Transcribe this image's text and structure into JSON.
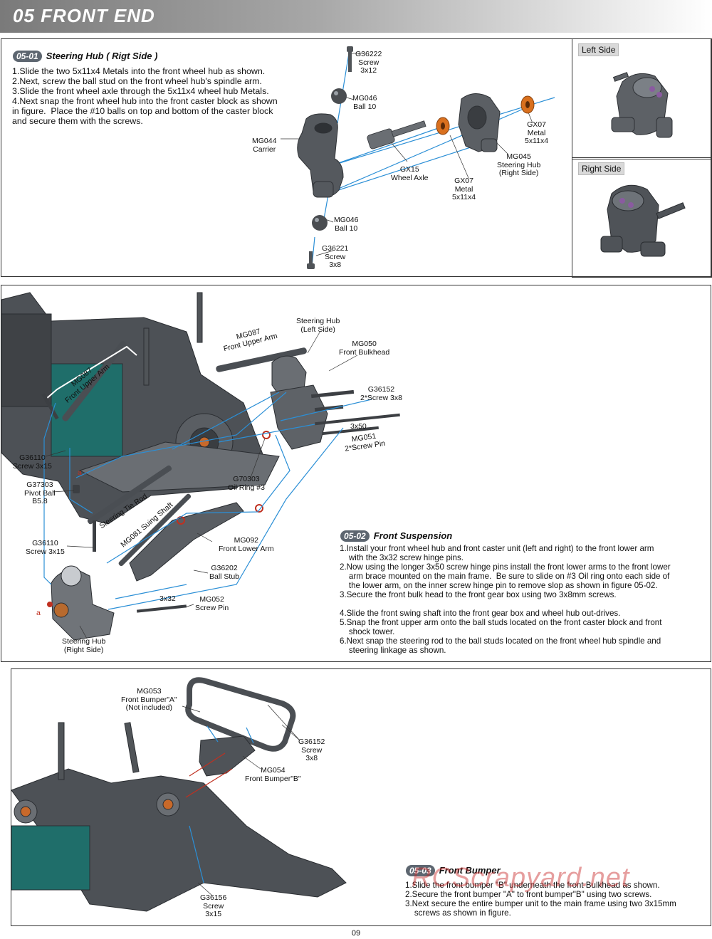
{
  "header": {
    "title": "05  FRONT END"
  },
  "s1": {
    "num": "05-01",
    "title": "Steering Hub ( Rigt Side )",
    "steps": [
      "1.Slide the two 5x11x4 Metals into the front wheel hub as shown.",
      "2.Next, screw the ball stud on the front wheel hub's spindle arm.",
      "3.Slide the front wheel axle through the 5x11x4 wheel hub Metals.",
      "4.Next snap the front wheel hub into the front caster block as shown",
      "in figure.  Place the #10 balls on top and bottom of the caster block",
      "and secure them with the screws."
    ],
    "labels": {
      "g36222": [
        "G36222",
        "Screw",
        "3x12"
      ],
      "mg046a": [
        "MG046",
        "Ball 10"
      ],
      "mg044": [
        "MG044",
        "Carrier"
      ],
      "gx15": [
        "GX15",
        "Wheel Axle"
      ],
      "gx07a": [
        "GX07",
        "Metal",
        "5x11x4"
      ],
      "gx07b": [
        "GX07",
        "Metal",
        "5x11x4"
      ],
      "mg045": [
        "MG045",
        "Steering Hub",
        "(Right Side)"
      ],
      "mg046b": [
        "MG046",
        "Ball 10"
      ],
      "g36221": [
        "G36221",
        "Screw",
        "3x8"
      ]
    },
    "left_side": "Left Side",
    "right_side": "Right Side"
  },
  "s2": {
    "num": "05-02",
    "title": "Front Suspension",
    "steps": [
      "1.Install your front wheel hub and front caster unit (left and right) to the front lower arm",
      "    with the 3x32 screw hinge pins.",
      "2.Now using the longer 3x50 screw hinge pins install the front lower arms to the front lower",
      "    arm brace mounted on the main frame.  Be sure to slide on #3 Oil ring onto each side of",
      "    the lower arm, on the inner screw hinge pin to remove slop as shown in figure 05-02.",
      "3.Secure the front bulk head to the front gear box using two 3x8mm screws.",
      "",
      "4.Slide the front swing shaft into the front gear box and wheel hub out-drives.",
      "5.Snap the front upper arm onto the ball studs located on the front caster block and front",
      "    shock tower.",
      "6.Next snap the steering rod to the ball studs located on the front wheel hub spindle and",
      "    steering linkage as shown."
    ],
    "labels": {
      "hub_left": [
        "Steering Hub",
        "(Left Side)"
      ],
      "mg050": [
        "MG050",
        "Front Bulkhead"
      ],
      "mg087_top": [
        "MG087",
        "Front Upper Arm"
      ],
      "mg087_left": [
        "MG087",
        "Front Upper Arm"
      ],
      "g36152": [
        "G36152",
        "2*Screw 3x8"
      ],
      "x350": [
        "3x50"
      ],
      "mg051": [
        "MG051",
        "2*Screw Pin"
      ],
      "g36110a": [
        "G36110",
        "Screw 3x15"
      ],
      "g37303": [
        "G37303",
        "Pivot Ball",
        "B5.8"
      ],
      "g70303": [
        "G70303",
        "Oil Ring #3"
      ],
      "tierod": [
        "Steering Tie Rod"
      ],
      "swing": [
        "MG081 Suing Shaft"
      ],
      "mg092": [
        "MG092",
        "Front Lower Arm"
      ],
      "g36202": [
        "G36202",
        "Ball Stub"
      ],
      "g36110b": [
        "G36110",
        "Screw 3x15"
      ],
      "x332": [
        "3x32"
      ],
      "mg052": [
        "MG052",
        "Screw Pin"
      ],
      "hub_right": [
        "Steering Hub",
        "(Right Side)"
      ],
      "a1": [
        "a"
      ],
      "a2": [
        "a"
      ]
    }
  },
  "s3": {
    "num": "05-03",
    "title": "Front Bumper",
    "steps": [
      "1.Slide the front bumper \"B\" underneath the front Bulkhead as shown.",
      "2.Secure the front bumper \"A\" to front bumper\"B\" using two screws.",
      "3.Next secure the entire bumper unit to the main frame using two 3x15mm",
      "    screws as shown in figure."
    ],
    "labels": {
      "mg053": [
        "MG053",
        "Front Bumper\"A\"",
        "(Not included)"
      ],
      "g36152": [
        "G36152",
        "Screw",
        "3x8"
      ],
      "mg054": [
        "MG054",
        "Front Bumper\"B\""
      ],
      "g36156": [
        "G36156",
        "Screw",
        "3x15"
      ]
    }
  },
  "watermark": "RCScrapyard.net",
  "page_number": "09",
  "colors": {
    "leader": "#2b8fd6",
    "orange": "#d9701e",
    "part": "#505458",
    "teal": "#1f6e6a"
  }
}
